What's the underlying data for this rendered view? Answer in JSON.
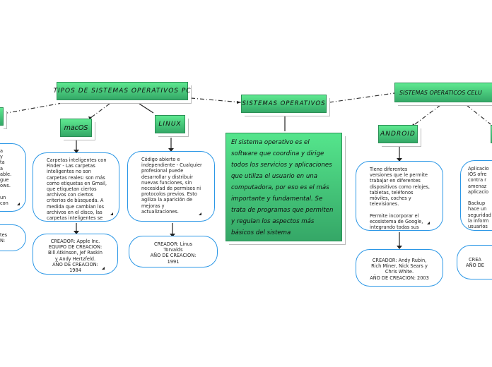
{
  "root": {
    "title": "SISTEMAS OPERATIVOS",
    "description": "El sistema operativo es el software que coordina y dirige todos los servicios y aplicaciones que utiliza el usuario en una computadora, por eso es el más importante y fundamental. Se trata de programas que permiten y regulan los aspectos más básicos del sistema"
  },
  "pc": {
    "title": "TIPOS DE SISTEMAS OPERATIVOS PC",
    "windows": {
      "desc": "a\ny\nta\na\nable.\ngue\nows.\n\nun\ncon",
      "creator": "tes\nN:"
    },
    "macos": {
      "title": "macOS",
      "desc": "Carpetas inteligentes con\nFinder - Las carpetas\ninteligentes no son\ncarpetas reales: son más\ncomo etiquetas en Gmail,\nque etiquetan ciertos\narchivos con ciertos\ncriterios de búsqueda. A\nmedida que cambian los\narchivos en el disco, las\ncarpetas inteligentes se",
      "creator": "CREADOR: Apple Inc.\nEQUIPO DE CREACION:\nBill Atkinson, Jef Raskin\ny Andy Hertzfeld.\nAÑO DE CREACION:\n1984"
    },
    "linux": {
      "title": "LINUX",
      "desc": "Código abierto e\nindependiente - Cualquier\nprofesional puede\ndesarrollar y distribuir\nnuevas funciones, sin\nnecesidad de permisos ni\nprotocolos previos. Esto\nagiliza la aparición de\nmejoras y\nactualizaciones.",
      "creator": "CREADOR: Linus\nTorvalds\nAÑO DE CREACION:\n1991"
    }
  },
  "mobile": {
    "title": "SISTEMAS OPERATICOS CELU",
    "android": {
      "title": "ANDROID",
      "desc": "Tiene diferentes\nversiones que le permite\ntrabajar en diferentes\ndispositivos como relojes,\ntabletas, teléfonos\nmóviles, coches y\ntelevisiones.\n\nPermite incorporar el\necosistema de Google,\nintegrando todas sus",
      "creator": "CREADOR: Andy Rubin,\nRich Miner, Nick Sears y\nChris White.\nAÑO DE CREACION: 2003"
    },
    "ios": {
      "desc": "Aplicacio\nIOS ofre\ncontra r\namenaz\naplicacio\n\nBackup\nhace un\nseguridad\nla inform\nusuarios",
      "creator": "CREA\nAÑO DE"
    }
  }
}
